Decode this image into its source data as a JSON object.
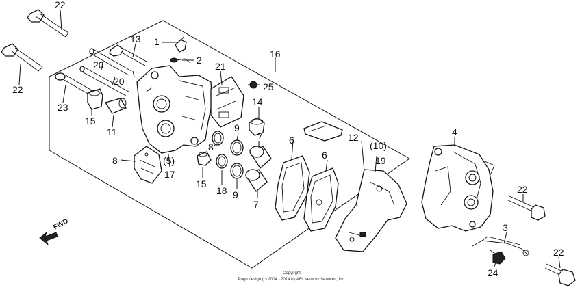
{
  "callouts": [
    {
      "id": "c22a",
      "text": "22"
    },
    {
      "id": "c22b",
      "text": "22"
    },
    {
      "id": "c22c",
      "text": "22"
    },
    {
      "id": "c22d",
      "text": "22"
    },
    {
      "id": "c1",
      "text": "1"
    },
    {
      "id": "c2",
      "text": "2"
    },
    {
      "id": "c13",
      "text": "13"
    },
    {
      "id": "c20a",
      "text": "20"
    },
    {
      "id": "c20b",
      "text": "20"
    },
    {
      "id": "c21",
      "text": "21"
    },
    {
      "id": "c16",
      "text": "16"
    },
    {
      "id": "c25",
      "text": "25"
    },
    {
      "id": "c23",
      "text": "23"
    },
    {
      "id": "c15a",
      "text": "15"
    },
    {
      "id": "c15b",
      "text": "15"
    },
    {
      "id": "c11",
      "text": "11"
    },
    {
      "id": "c14",
      "text": "14"
    },
    {
      "id": "c9a",
      "text": "9"
    },
    {
      "id": "c9b",
      "text": "9"
    },
    {
      "id": "c8a",
      "text": "8"
    },
    {
      "id": "c8b",
      "text": "8"
    },
    {
      "id": "c7a",
      "text": "7"
    },
    {
      "id": "c7b",
      "text": "7"
    },
    {
      "id": "c6a",
      "text": "6"
    },
    {
      "id": "c6b",
      "text": "6"
    },
    {
      "id": "c12",
      "text": "12"
    },
    {
      "id": "c10",
      "text": "(10)"
    },
    {
      "id": "c19",
      "text": "19"
    },
    {
      "id": "c5",
      "text": "(5)"
    },
    {
      "id": "c17",
      "text": "17"
    },
    {
      "id": "c18",
      "text": "18"
    },
    {
      "id": "c4",
      "text": "4"
    },
    {
      "id": "c3",
      "text": "3"
    },
    {
      "id": "c24",
      "text": "24"
    }
  ],
  "fwd_label": "FWD",
  "copyright_line1": "Copyright",
  "copyright_line2": "Page design (c) 2004 - 2014 by ARI Network Services, Inc."
}
